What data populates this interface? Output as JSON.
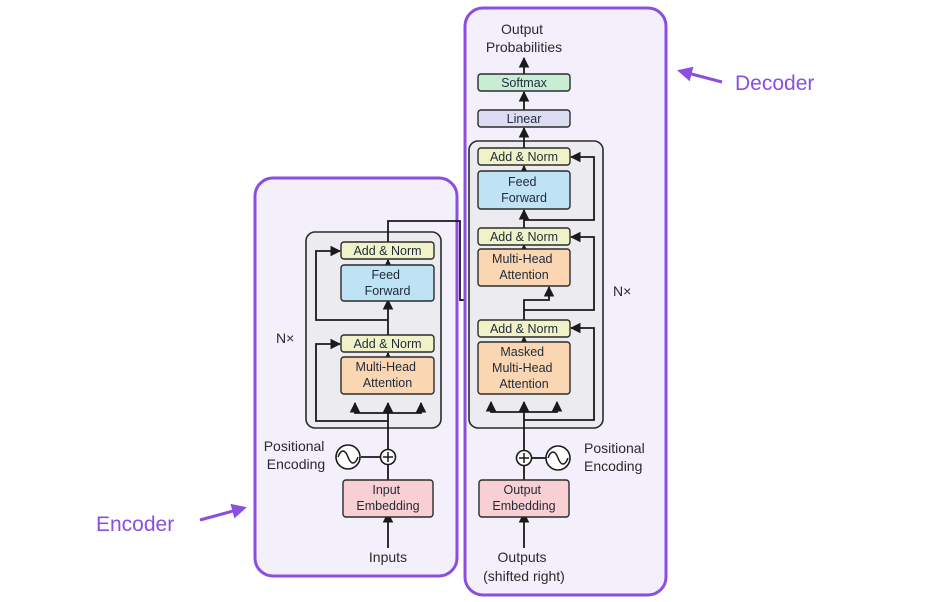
{
  "colors": {
    "accent": "#8a4fe0",
    "panel_fill": "#f3effb",
    "stack_fill": "#ececf0",
    "stack_border": "#2b2b2b",
    "add_norm_fill": "#f0f2c8",
    "attention_fill": "#fbd6b3",
    "feed_forward_fill": "#bde3f5",
    "embedding_fill": "#f8cfd3",
    "linear_fill": "#dcdcf2",
    "softmax_fill": "#c9ecd5"
  },
  "callouts": {
    "encoder": "Encoder",
    "decoder": "Decoder"
  },
  "encoder": {
    "repeat": "N×",
    "add_norm_top": "Add & Norm",
    "feed_forward": [
      "Feed",
      "Forward"
    ],
    "add_norm_bottom": "Add & Norm",
    "attention": [
      "Multi-Head",
      "Attention"
    ],
    "positional_encoding": [
      "Positional",
      "Encoding"
    ],
    "embedding": [
      "Input",
      "Embedding"
    ],
    "input_label": "Inputs"
  },
  "decoder": {
    "output_title": [
      "Output",
      "Probabilities"
    ],
    "softmax": "Softmax",
    "linear": "Linear",
    "repeat": "N×",
    "add_norm_top": "Add & Norm",
    "feed_forward": [
      "Feed",
      "Forward"
    ],
    "add_norm_mid": "Add & Norm",
    "cross_attention": [
      "Multi-Head",
      "Attention"
    ],
    "add_norm_bottom": "Add & Norm",
    "masked_attention": [
      "Masked",
      "Multi-Head",
      "Attention"
    ],
    "positional_encoding": [
      "Positional",
      "Encoding"
    ],
    "embedding": [
      "Output",
      "Embedding"
    ],
    "input_label": [
      "Outputs",
      "(shifted right)"
    ]
  }
}
